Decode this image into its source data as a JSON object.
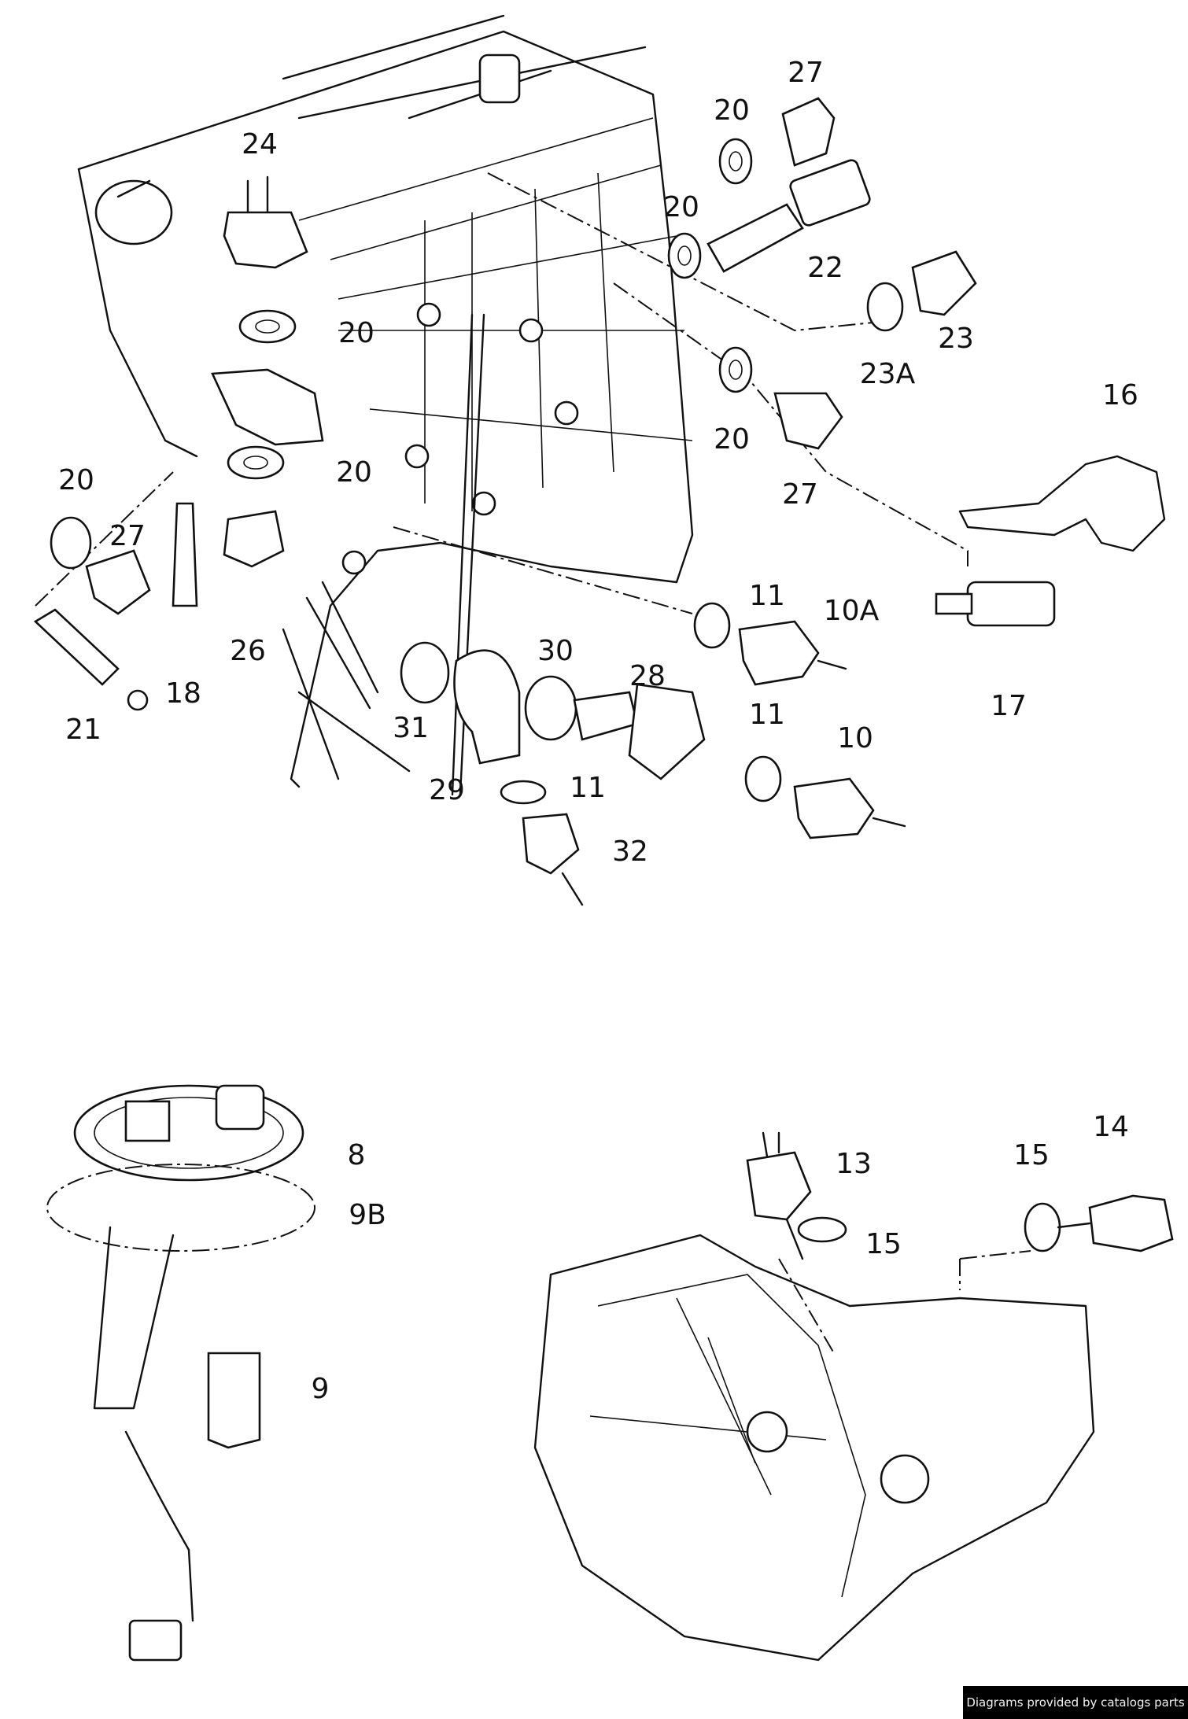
{
  "labels": [
    "27",
    "20",
    "20",
    "22",
    "23",
    "23A",
    "16",
    "20",
    "27",
    "24",
    "20",
    "20",
    "20",
    "27",
    "26",
    "18",
    "21",
    "11",
    "10A",
    "17",
    "30",
    "28",
    "31",
    "29",
    "11",
    "11",
    "10",
    "32",
    "8",
    "9B",
    "9",
    "13",
    "15",
    "15",
    "14"
  ],
  "watermark": "Diagrams provided by catalogs parts"
}
